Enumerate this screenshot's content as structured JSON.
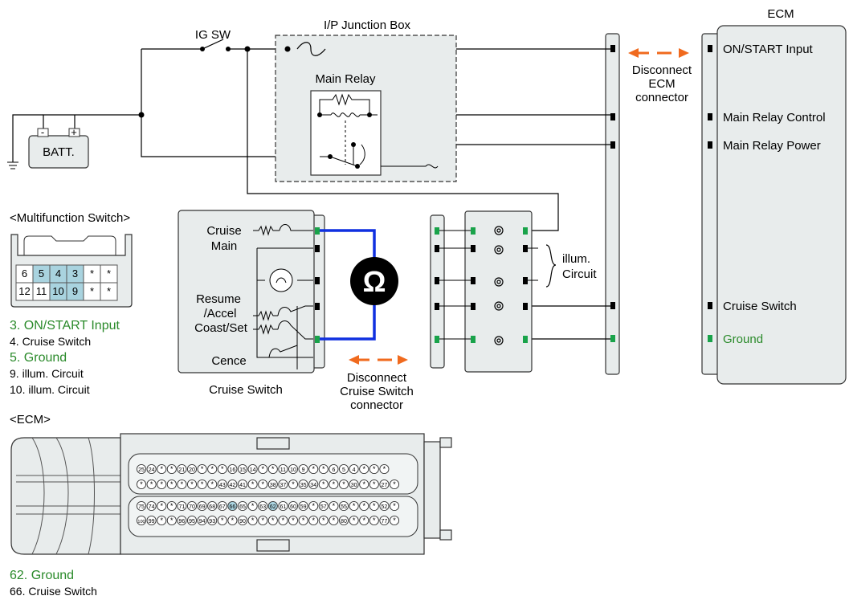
{
  "title_ecm": "ECM",
  "junction_box": {
    "title": "I/P Junction Box",
    "relay": "Main Relay"
  },
  "ig_sw": "IG SW",
  "battery": {
    "label": "BATT.",
    "minus": "-",
    "plus": "+"
  },
  "ecm_pins": [
    {
      "label": "ON/START Input",
      "color": "#000000"
    },
    {
      "label": "Main Relay Control",
      "color": "#000000"
    },
    {
      "label": "Main Relay Power",
      "color": "#000000"
    },
    {
      "label": "Cruise Switch",
      "color": "#000000"
    },
    {
      "label": "Ground",
      "color": "#2a8a2a"
    }
  ],
  "disconnect_ecm": [
    "Disconnect",
    "ECM",
    "connector"
  ],
  "disconnect_cs": [
    "Disconnect",
    "Cruise Switch",
    "connector"
  ],
  "illum": [
    "illum.",
    "Circuit"
  ],
  "cruise_switch": {
    "title": "Cruise Switch",
    "cruise_main": [
      "Cruise",
      "Main"
    ],
    "resume": [
      "Resume",
      "/Accel",
      "Coast/Set"
    ],
    "cence": "Cence"
  },
  "ohm_symbol": "Ω",
  "mf_switch": {
    "title": "<Multifunction Switch>",
    "row1": [
      "6",
      "5",
      "4",
      "3",
      "*",
      "*"
    ],
    "row2": [
      "12",
      "11",
      "10",
      "9",
      "*",
      "*"
    ],
    "pin_list": [
      {
        "text": "3. ON/START Input",
        "green": true
      },
      {
        "text": "4. Cruise Switch",
        "green": false
      },
      {
        "text": "5. Ground",
        "green": true
      },
      {
        "text": "9. illum. Circuit",
        "green": false
      },
      {
        "text": "10. illum. Circuit",
        "green": false
      }
    ]
  },
  "ecm_connector": {
    "title": "<ECM>",
    "rows": [
      [
        "25",
        "24",
        "*",
        "*",
        "21",
        "20",
        "*",
        "*",
        "*",
        "16",
        "15",
        "14",
        "*",
        "*",
        "11",
        "10",
        "9",
        "*",
        "*",
        "6",
        "5",
        "4",
        "*",
        "*",
        "*"
      ],
      [
        "*",
        "*",
        "*",
        "*",
        "*",
        "*",
        "*",
        "*",
        "43",
        "42",
        "41",
        "*",
        "*",
        "38",
        "37",
        "*",
        "35",
        "34",
        "*",
        "*",
        "*",
        "30",
        "*",
        "*",
        "27",
        "*"
      ],
      [
        "75",
        "74",
        "*",
        "*",
        "71",
        "70",
        "69",
        "68",
        "67",
        "66",
        "65",
        "*",
        "63",
        "62",
        "61",
        "60",
        "59",
        "*",
        "57",
        "*",
        "55",
        "*",
        "*",
        "*",
        "52",
        "*"
      ],
      [
        "100",
        "99",
        "*",
        "*",
        "96",
        "95",
        "94",
        "93",
        "*",
        "*",
        "90",
        "*",
        "*",
        "*",
        "*",
        "*",
        "*",
        "*",
        "*",
        "*",
        "80",
        "*",
        "*",
        "*",
        "77",
        "*"
      ]
    ],
    "highlight": [
      "66",
      "62"
    ],
    "pin_list": [
      {
        "text": "62. Ground",
        "green": true
      },
      {
        "text": "66. Cruise Switch",
        "green": false
      }
    ]
  },
  "colors": {
    "green": "#2a8a2a",
    "blue": "#1030e0",
    "orange": "#f06a1e",
    "box": "#e8ecec",
    "highlight": "#a9d3df"
  }
}
